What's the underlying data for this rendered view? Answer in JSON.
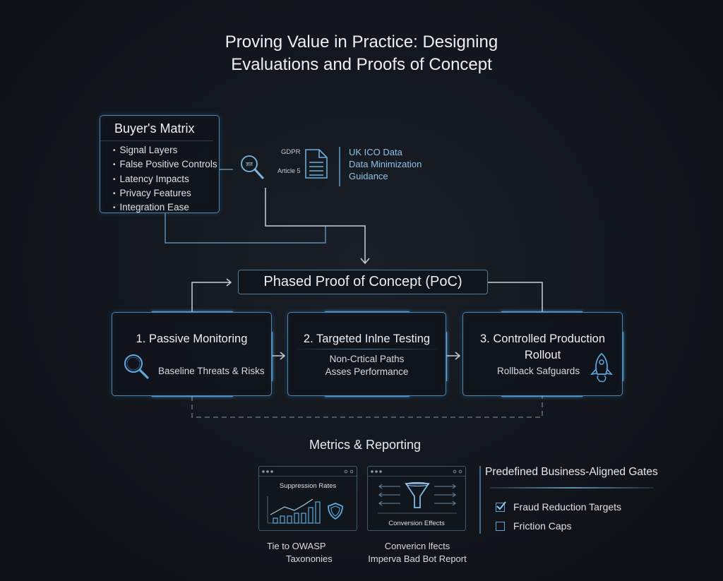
{
  "title": {
    "line1": "Proving Value in Practice: Designing",
    "line2": "Evaluations and Proofs of Concept"
  },
  "buyers_matrix": {
    "title": "Buyer's Matrix",
    "items": [
      "Signal Layers",
      "False Positive Controls",
      "Latency Impacts",
      "Privacy Features",
      "Integration Ease"
    ]
  },
  "reference": {
    "gdpr_label": "GDPR",
    "article_label": "Article 5",
    "search_icon_text": "ज्ञत",
    "guidance_lines": [
      "UK ICO Data",
      "Data Minimization",
      "Guidance"
    ]
  },
  "poc": {
    "header": "Phased Proof of Concept (PoC)",
    "phases": [
      {
        "title": "1. Passive Monitoring",
        "subtitle": "Baseline Threats & Risks"
      },
      {
        "title": "2. Targeted Inlne Testing",
        "subtitle_lines": [
          "Non-Crtical Paths",
          "Asses Performance"
        ]
      },
      {
        "title_lines": [
          "3. Controlled Production",
          "Rollout"
        ],
        "subtitle": "Rollback Safguards"
      }
    ]
  },
  "metrics": {
    "title": "Metrics & Reporting",
    "cards": [
      {
        "label": "Suppression Rates",
        "caption_lines": [
          "Tie to OWASP",
          "Taxononies"
        ]
      },
      {
        "label": "Conversion Effects",
        "caption_lines": [
          "Convericn lfects",
          "Imperva Bad Bot Report"
        ]
      }
    ],
    "gates": {
      "title": "Predefined Business-Aligned Gates",
      "items": [
        {
          "label": "Fraud Reduction Targets",
          "checked": true
        },
        {
          "label": "Friction Caps",
          "checked": false
        }
      ]
    }
  },
  "colors": {
    "accent_blue": "#4a86b4",
    "glow_blue": "#5fb3f0",
    "link_text": "#8fc2ea",
    "background": "#12161c"
  }
}
